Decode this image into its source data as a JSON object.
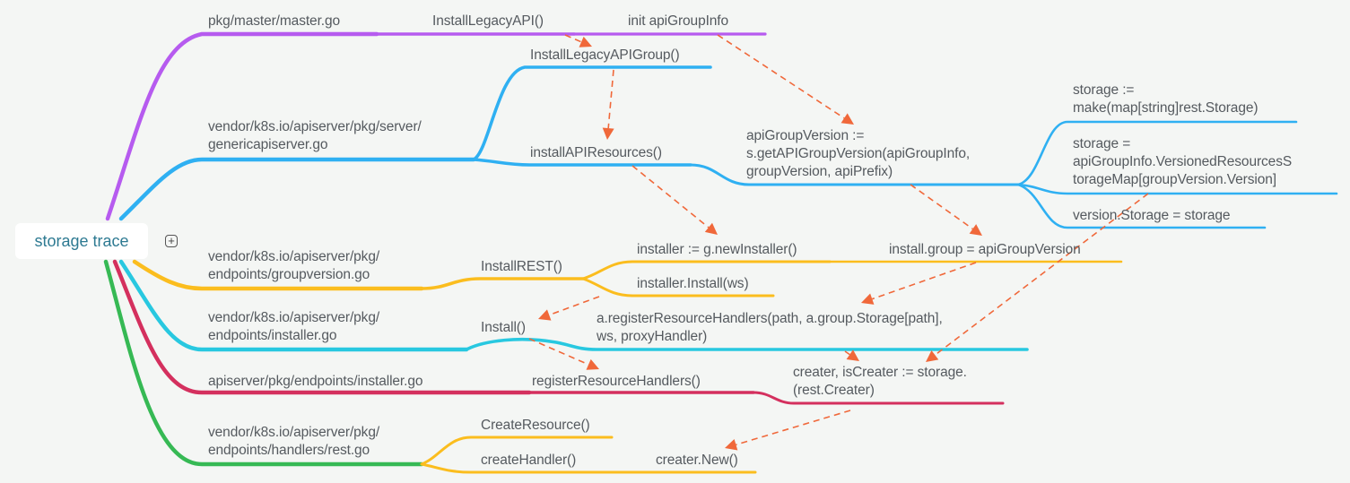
{
  "root": {
    "label": "storage trace",
    "expand_icon": "plus-square-icon"
  },
  "colors": {
    "purple": "#b65bef",
    "blue": "#2fb0f2",
    "yellow": "#fbbd1e",
    "cyan": "#28c8e0",
    "crimson": "#d4305e",
    "green": "#36b954",
    "arrow": "#f0683a",
    "text": "#555a5f",
    "root_text": "#2e7a92",
    "background": "#f4f6f4"
  },
  "branches": [
    {
      "id": "master",
      "color": "purple",
      "label": "pkg/master/master.go",
      "children": [
        {
          "label": "InstallLegacyAPI()"
        },
        {
          "label": "init apiGroupInfo"
        }
      ]
    },
    {
      "id": "genericapiserver",
      "color": "blue",
      "label": "vendor/k8s.io/apiserver/pkg/server/\ngenericapiserver.go",
      "children": [
        {
          "label": "InstallLegacyAPIGroup()"
        },
        {
          "label": "installAPIResources()"
        },
        {
          "label": "apiGroupVersion :=\ns.getAPIGroupVersion(apiGroupInfo,\ngroupVersion, apiPrefix)"
        },
        {
          "label": "storage :=\nmake(map[string]rest.Storage)"
        },
        {
          "label": "storage =\napiGroupInfo.VersionedResourcesS\ntorageMap[groupVersion.Version]"
        },
        {
          "label": "version.Storage = storage"
        }
      ]
    },
    {
      "id": "groupversion",
      "color": "yellow",
      "label": "vendor/k8s.io/apiserver/pkg/\nendpoints/groupversion.go",
      "children": [
        {
          "label": "InstallREST()"
        },
        {
          "label": "installer := g.newInstaller()"
        },
        {
          "label": "install.group = apiGroupVersion"
        },
        {
          "label": "installer.Install(ws)"
        }
      ]
    },
    {
      "id": "installer",
      "color": "cyan",
      "label": "vendor/k8s.io/apiserver/pkg/\nendpoints/installer.go",
      "children": [
        {
          "label": "Install()"
        },
        {
          "label": "a.registerResourceHandlers(path, a.group.Storage[path],\nws, proxyHandler)"
        }
      ]
    },
    {
      "id": "apiserver-installer",
      "color": "crimson",
      "label": "apiserver/pkg/endpoints/installer.go",
      "children": [
        {
          "label": "registerResourceHandlers()"
        },
        {
          "label": "creater, isCreater := storage.\n(rest.Creater)"
        }
      ]
    },
    {
      "id": "rest",
      "color": "green",
      "label": "vendor/k8s.io/apiserver/pkg/\nendpoints/handlers/rest.go",
      "children": [
        {
          "label": "CreateResource()"
        },
        {
          "label": "createHandler()"
        },
        {
          "label": "creater.New()"
        }
      ]
    }
  ],
  "relationships": [
    {
      "from": "InstallLegacyAPI()",
      "to": "InstallLegacyAPIGroup()"
    },
    {
      "from": "InstallLegacyAPIGroup()",
      "to": "installAPIResources()"
    },
    {
      "from": "init apiGroupInfo",
      "to": "apiGroupVersion := s.getAPIGroupVersion(...)"
    },
    {
      "from": "installAPIResources()",
      "to": "installer := g.newInstaller()"
    },
    {
      "from": "apiGroupVersion := s.getAPIGroupVersion(...)",
      "to": "install.group = apiGroupVersion"
    },
    {
      "from": "install.group = apiGroupVersion",
      "to": "a.registerResourceHandlers(...)"
    },
    {
      "from": "installer.Install(ws)",
      "to": "Install()"
    },
    {
      "from": "Install()",
      "to": "registerResourceHandlers()"
    },
    {
      "from": "a.registerResourceHandlers(...)",
      "to": "creater, isCreater := storage.(rest.Creater)"
    },
    {
      "from": "storage = apiGroupInfo.VersionedResourcesStorageMap[...]",
      "to": "creater, isCreater := storage.(rest.Creater)"
    },
    {
      "from": "creater, isCreater := storage.(rest.Creater)",
      "to": "creater.New()"
    }
  ]
}
